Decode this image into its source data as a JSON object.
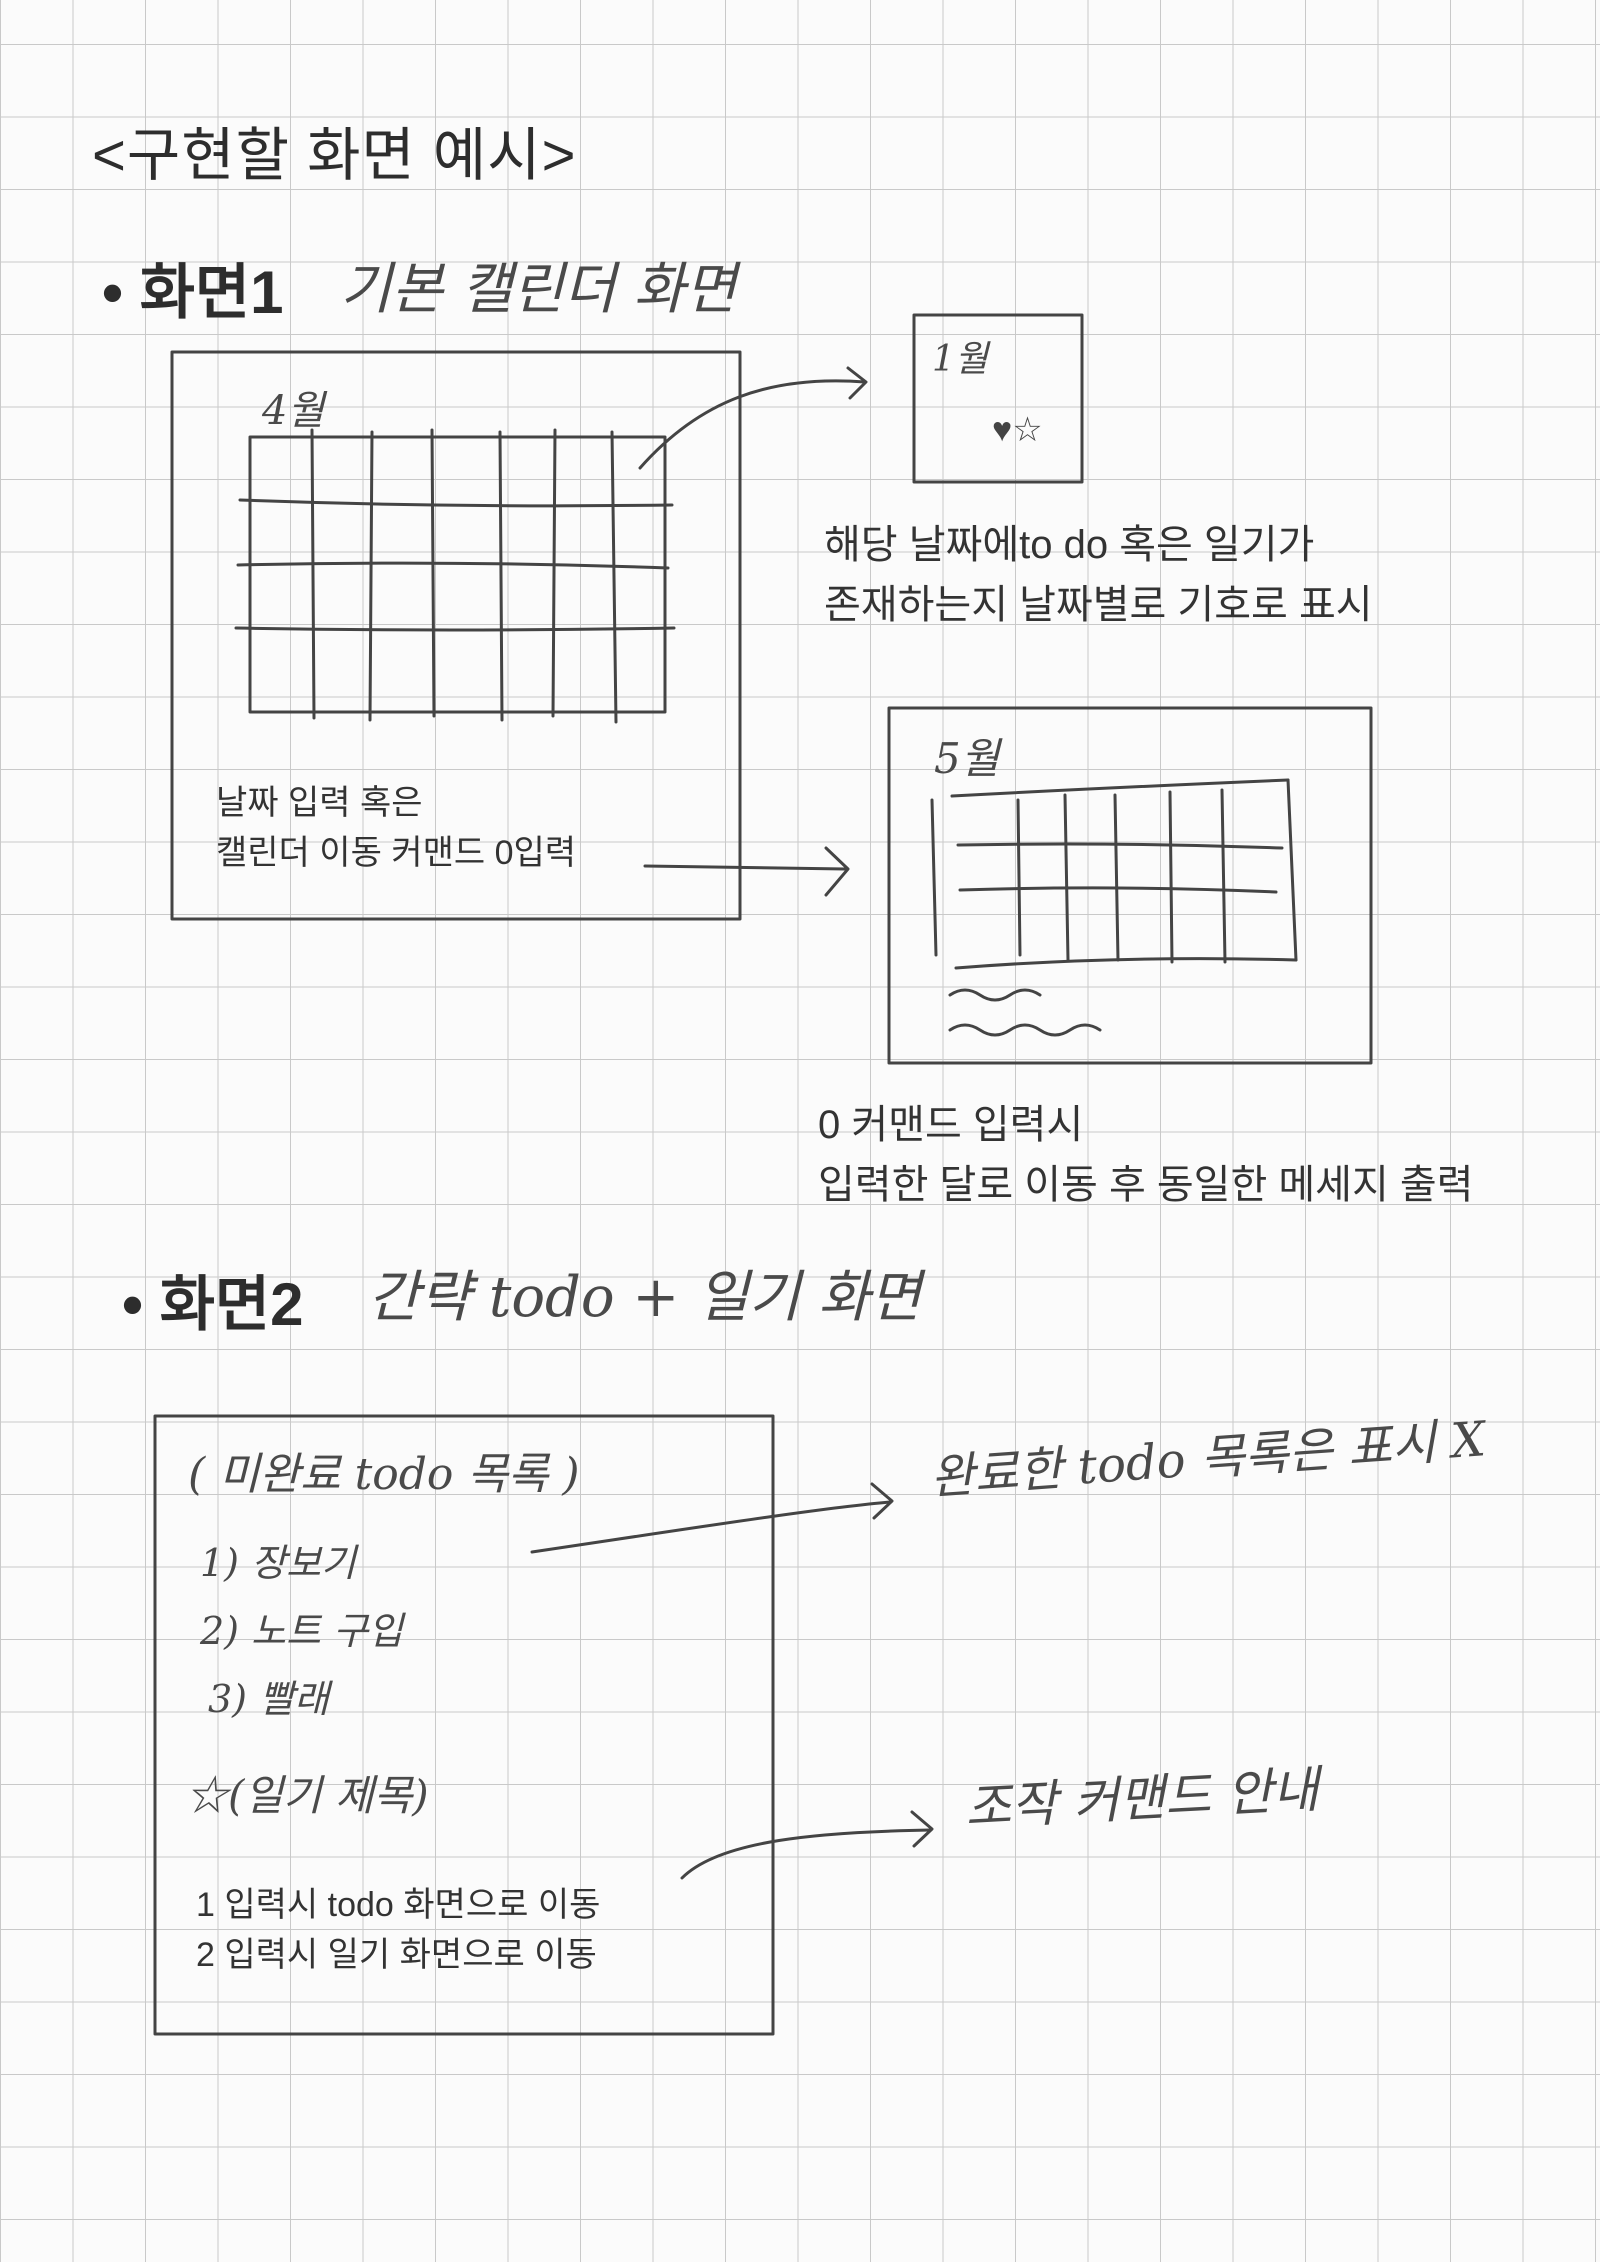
{
  "page_title": "<구현할 화면 예시>",
  "screen1": {
    "bullet": "•",
    "heading": "화면1",
    "handwritten_caption": "기본 캘린더 화면",
    "month_label_april": "4월",
    "month_label_jan": "1월",
    "month_label_may": "5월",
    "calendar_note_line1": "날짜 입력 혹은",
    "calendar_note_line2": "캘린더 이동 커맨드 0입력",
    "symbol_note_line1": "해당 날짜에to do 혹은 일기가",
    "symbol_note_line2": "존재하는지 날짜별로 기호로 표시",
    "move_note_line1": "0 커맨드 입력시",
    "move_note_line2": "입력한 달로 이동 후 동일한 메세지 출력",
    "day_symbols": "♥☆"
  },
  "screen2": {
    "bullet": "•",
    "heading": "화면2",
    "handwritten_caption": "간략 todo + 일기 화면",
    "todo_list_title": "( 미완료 todo 목록 )",
    "todo_items": [
      "1) 장보기",
      "2) 노트 구입",
      "3) 빨래"
    ],
    "diary_title": "☆(일기 제목)",
    "command_line1": "1 입력시 todo 화면으로 이동",
    "command_line2": "2 입력시 일기 화면으로 이동",
    "note_completed_hidden": "완료한 todo 목록은 표시 X",
    "note_command_guide": "조작 커맨드 안내"
  }
}
